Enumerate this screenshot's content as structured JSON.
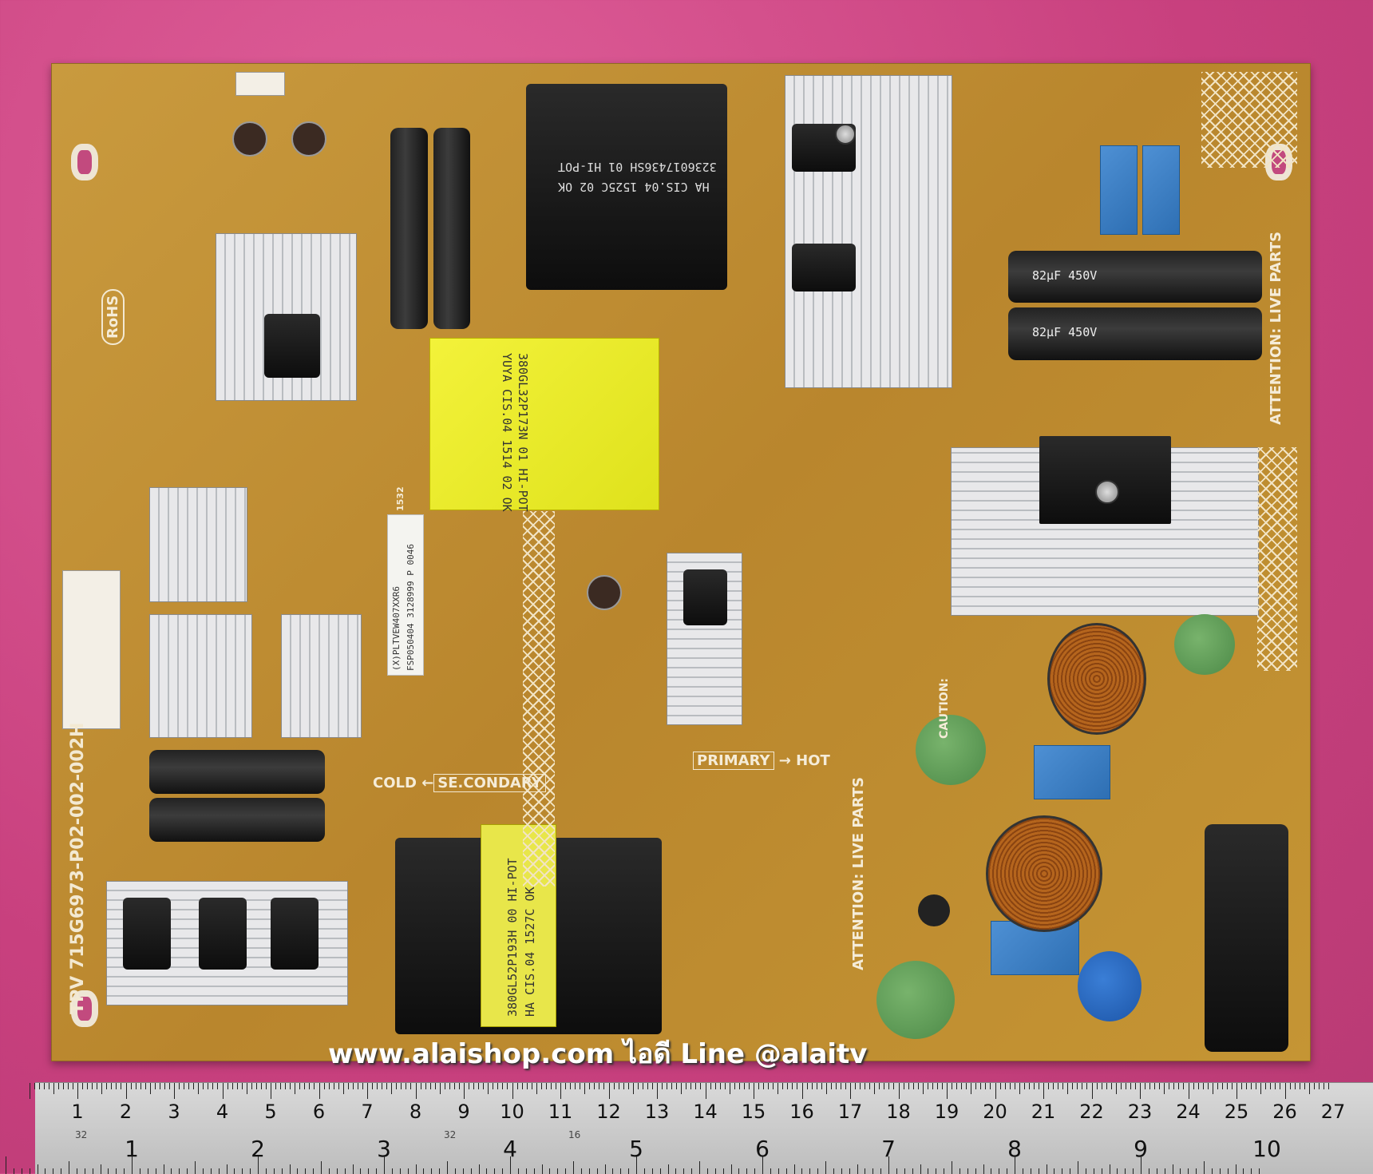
{
  "board": {
    "model_label": "TPV 715G6973-P02-002-002H",
    "rohs": "RoHS",
    "cold_label": "COLD",
    "secondary_label": "SE.CONDARY",
    "primary_label": "PRIMARY",
    "hot_label": "HOT",
    "attention_right": "ATTENTION: LIVE PARTS",
    "attention_center": "ATTENTION: LIVE PARTS",
    "caution": "CAUTION:",
    "main_transformer_text": [
      "3236017436SH  01  HI-POT",
      "HA  CIS.04  1525C  02  OK"
    ],
    "yellow_transformer_text": [
      "380GL32P173N  01  HI-POT",
      "YUYA  CIS.04  1514  02  OK"
    ],
    "bottom_transformer_text": [
      "380GL52P193H  00  HI-POT",
      "HA  CIS.04  1527C  OK"
    ],
    "sticker_text": [
      "(X)PLTVEW407XXR6",
      "FSP050404 3128999 P 0046"
    ],
    "sticker_code": "1532",
    "capacitor_text": "82µF 450V",
    "colors": {
      "board": "#c0902f",
      "background": "#c8407e"
    }
  },
  "watermark": "www.alaishop.com ไอดี Line @alaitv",
  "ruler": {
    "cm_labels": [
      "1",
      "2",
      "3",
      "4",
      "5",
      "6",
      "7",
      "8",
      "9",
      "10",
      "11",
      "12",
      "13",
      "14",
      "15",
      "16",
      "17",
      "18",
      "19",
      "20",
      "21",
      "22",
      "23",
      "24",
      "25",
      "26",
      "27"
    ],
    "inch_labels": [
      "1",
      "2",
      "3",
      "4",
      "5",
      "6",
      "7",
      "8",
      "9",
      "10"
    ],
    "small_labels": [
      "32",
      "32",
      "16"
    ]
  }
}
